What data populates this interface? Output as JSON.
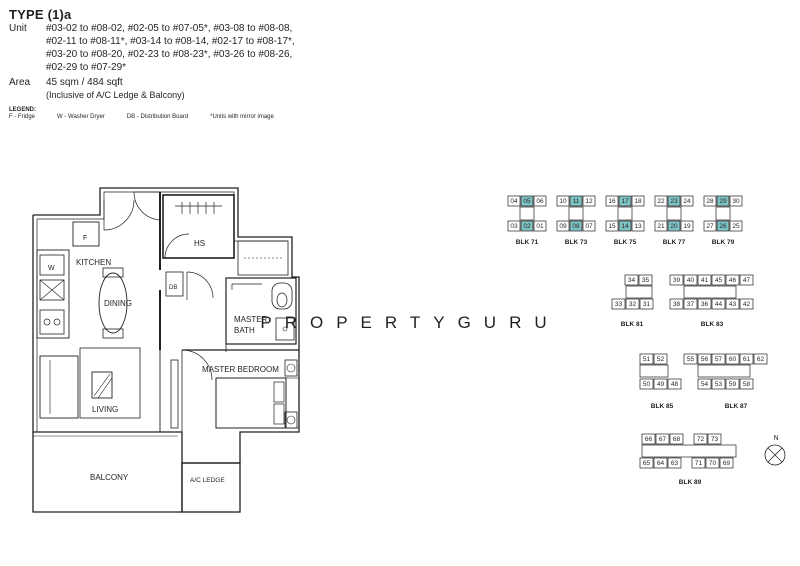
{
  "header": {
    "type_title": "TYPE (1)a",
    "unit_label": "Unit",
    "unit_lines": [
      "#03-02 to #08-02, #02-05 to #07-05*, #03-08 to #08-08,",
      "#02-11 to #08-11*, #03-14 to #08-14, #02-17 to #08-17*,",
      "#03-20 to #08-20, #02-23 to #08-23*, #03-26 to #08-26,",
      "#02-29 to #07-29*"
    ],
    "area_label": "Area",
    "area_value": "45 sqm / 484 sqft",
    "area_note": "(Inclusive of A/C Ledge & Balcony)"
  },
  "legend": {
    "title": "LEGEND:",
    "items": [
      "F - Fridge",
      "W - Washer Dryer",
      "DB - Distribution Board",
      "*Units with mirror image"
    ]
  },
  "floorplan": {
    "rooms": {
      "kitchen": "KITCHEN",
      "dining": "DINING",
      "living": "LIVING",
      "balcony": "BALCONY",
      "ac_ledge": "A/C LEDGE",
      "master_bedroom": "MASTER BEDROOM",
      "master_bath_1": "MASTER",
      "master_bath_2": "BATH",
      "hs": "HS"
    },
    "symbols": {
      "fridge": "F",
      "washer": "W",
      "db": "DB"
    }
  },
  "watermark": "PROPERTYGURU",
  "north_label": "N",
  "keyplan": {
    "highlight_color": "#7fc4c4",
    "top_blocks": [
      {
        "label": "BLK 71",
        "top": [
          "04",
          "05",
          "06"
        ],
        "bottom": [
          "03",
          "02",
          "01"
        ],
        "hl_top": 1,
        "hl_bottom": 1
      },
      {
        "label": "BLK 73",
        "top": [
          "10",
          "11",
          "12"
        ],
        "bottom": [
          "09",
          "08",
          "07"
        ],
        "hl_top": 1,
        "hl_bottom": 1
      },
      {
        "label": "BLK 75",
        "top": [
          "16",
          "17",
          "18"
        ],
        "bottom": [
          "15",
          "14",
          "13"
        ],
        "hl_top": 1,
        "hl_bottom": 1
      },
      {
        "label": "BLK 77",
        "top": [
          "22",
          "23",
          "24"
        ],
        "bottom": [
          "21",
          "20",
          "19"
        ],
        "hl_top": 1,
        "hl_bottom": 1
      },
      {
        "label": "BLK 79",
        "top": [
          "28",
          "29",
          "30"
        ],
        "bottom": [
          "27",
          "26",
          "25"
        ],
        "hl_top": 1,
        "hl_bottom": 1
      }
    ],
    "row2": {
      "a": {
        "label": "BLK 81",
        "top": [
          "34",
          "35"
        ],
        "bottom": [
          "33",
          "32",
          "31"
        ]
      },
      "b": {
        "label": "BLK 83",
        "top": [
          "39",
          "40",
          "41",
          "45",
          "46",
          "47"
        ],
        "bottom": [
          "38",
          "37",
          "36",
          "44",
          "43",
          "42"
        ]
      }
    },
    "row3": {
      "a": {
        "label": "BLK 85",
        "top": [
          "51",
          "52"
        ],
        "bottom": [
          "50",
          "49",
          "48"
        ]
      },
      "b": {
        "label": "BLK 87",
        "top": [
          "55",
          "56",
          "57",
          "60",
          "61",
          "62"
        ],
        "bottom": [
          "54",
          "53",
          "59",
          "58"
        ]
      }
    },
    "row4": {
      "label": "BLK 89",
      "top": [
        "66",
        "67",
        "68",
        "72",
        "73"
      ],
      "bottom": [
        "65",
        "64",
        "63",
        "71",
        "70",
        "69"
      ]
    }
  }
}
